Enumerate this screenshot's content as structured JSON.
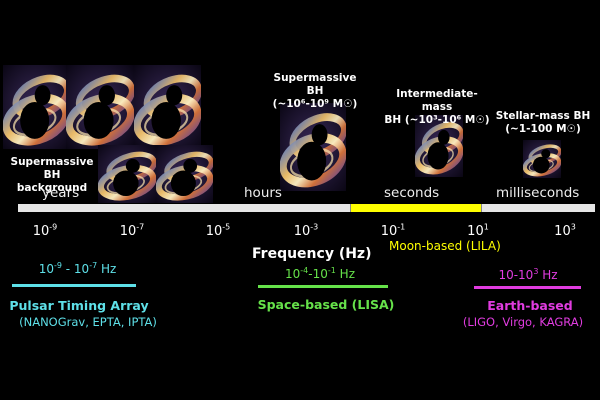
{
  "colors": {
    "pta": "#5ee0e8",
    "lisa": "#66e24a",
    "earth": "#e13ce0",
    "moon": "#ffff00",
    "axis_bar": "#e6e6e6",
    "axis_highlight": "#ffff00"
  },
  "labels": {
    "supermassive_background_l1": "Supermassive BH",
    "supermassive_background_l2": "background",
    "supermassive_l1": "Supermassive BH",
    "supermassive_l2": "(~10⁶-10⁹ M☉)",
    "intermediate_l1": "Intermediate-mass",
    "intermediate_l2": "BH (~10³-10⁶ M☉)",
    "stellar_l1": "Stellar-mass BH",
    "stellar_l2": "(~1-100 M☉)"
  },
  "timescales": [
    "years",
    "hours",
    "seconds",
    "milliseconds"
  ],
  "frequency_axis": {
    "title": "Frequency (Hz)",
    "ticks": [
      "10-9",
      "10-7",
      "10-5",
      "10-3",
      "10-1",
      "101",
      "103"
    ]
  },
  "moon": {
    "name": "Moon-based (LILA)"
  },
  "detectors": {
    "pta": {
      "range": "10-9 - 10-7 Hz",
      "name": "Pulsar Timing Array",
      "examples": "(NANOGrav, EPTA, IPTA)"
    },
    "lisa": {
      "range": "10-4-10-1 Hz",
      "name": "Space-based (LISA)"
    },
    "earth": {
      "range": "10-103 Hz",
      "name": "Earth-based",
      "examples": "(LIGO, Virgo, KAGRA)"
    }
  }
}
